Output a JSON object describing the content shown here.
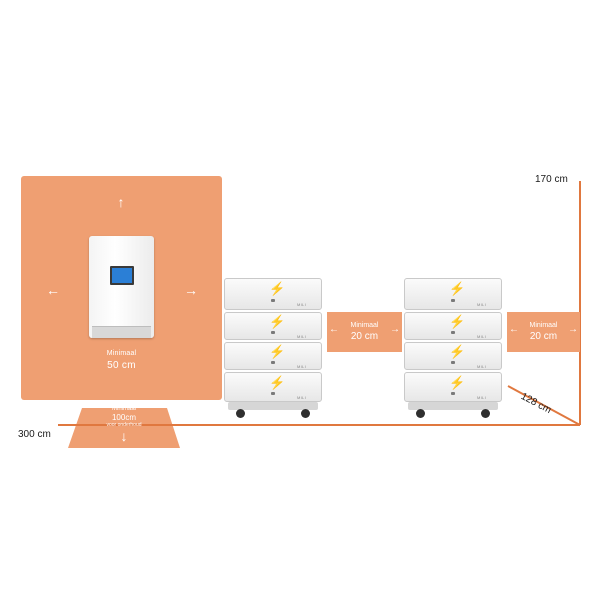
{
  "labels": {
    "height": "170 cm",
    "width": "300 cm",
    "depth": "128 cm",
    "inverter_clearance_small": "Minimaal",
    "inverter_clearance_big": "50 cm",
    "front_clearance_l1": "Minimaal",
    "front_clearance_l2": "100cm",
    "front_clearance_l3": "voor onderhoud",
    "gap1_small": "Minimaal",
    "gap1_big": "20 cm",
    "gap2_small": "Minimaal",
    "gap2_big": "20 cm",
    "battery_brand": "MILI"
  },
  "icons": {
    "arrow_up": "↑",
    "arrow_down": "↓",
    "arrow_left": "←",
    "arrow_right": "→",
    "bolt": "⚡"
  },
  "colors": {
    "clearance_zone": "#ef9f72",
    "measure_line": "#e0783f",
    "battery_accent": "#f07a2b",
    "inverter_screen": "#2b7fd6"
  },
  "diagram": {
    "battery_stacks": 2,
    "modules_per_stack": 4
  }
}
